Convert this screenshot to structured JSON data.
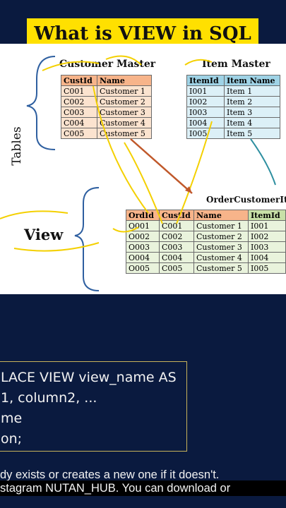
{
  "title": "What is VIEW in SQL",
  "diagram": {
    "tables_label": "Tables",
    "view_label": "View",
    "customer_master": {
      "title": "Customer Master",
      "headers": [
        "CustId",
        "Name"
      ],
      "rows": [
        [
          "C001",
          "Customer 1"
        ],
        [
          "C002",
          "Customer 2"
        ],
        [
          "C003",
          "Customer 3"
        ],
        [
          "C004",
          "Customer 4"
        ],
        [
          "C005",
          "Customer 5"
        ]
      ]
    },
    "item_master": {
      "title": "Item Master",
      "headers": [
        "ItemId",
        "Item Name"
      ],
      "rows": [
        [
          "I001",
          "Item 1"
        ],
        [
          "I002",
          "Item 2"
        ],
        [
          "I003",
          "Item 3"
        ],
        [
          "I004",
          "Item 4"
        ],
        [
          "I005",
          "Item 5"
        ]
      ]
    },
    "order_view": {
      "title": "OrderCustomerIt",
      "headers": [
        "OrdId",
        "CustId",
        "Name",
        "ItemId"
      ],
      "rows": [
        [
          "O001",
          "C001",
          "Customer 1",
          "I001"
        ],
        [
          "O002",
          "C002",
          "Customer 2",
          "I002"
        ],
        [
          "O003",
          "C003",
          "Customer 3",
          "I003"
        ],
        [
          "O004",
          "C004",
          "Customer 4",
          "I004"
        ],
        [
          "O005",
          "C005",
          "Customer 5",
          "I005"
        ]
      ]
    }
  },
  "code": {
    "lines": [
      "LACE VIEW view_name AS",
      "1, column2, ...",
      "me",
      "on;"
    ]
  },
  "captions": {
    "line1": "dy exists or creates a new one if it doesn't.",
    "line2": "stagram NUTAN_HUB. You can download or"
  },
  "colors": {
    "background": "#0a1a3f",
    "title_bg": "#ffe000",
    "annotation": "#f4d000"
  }
}
